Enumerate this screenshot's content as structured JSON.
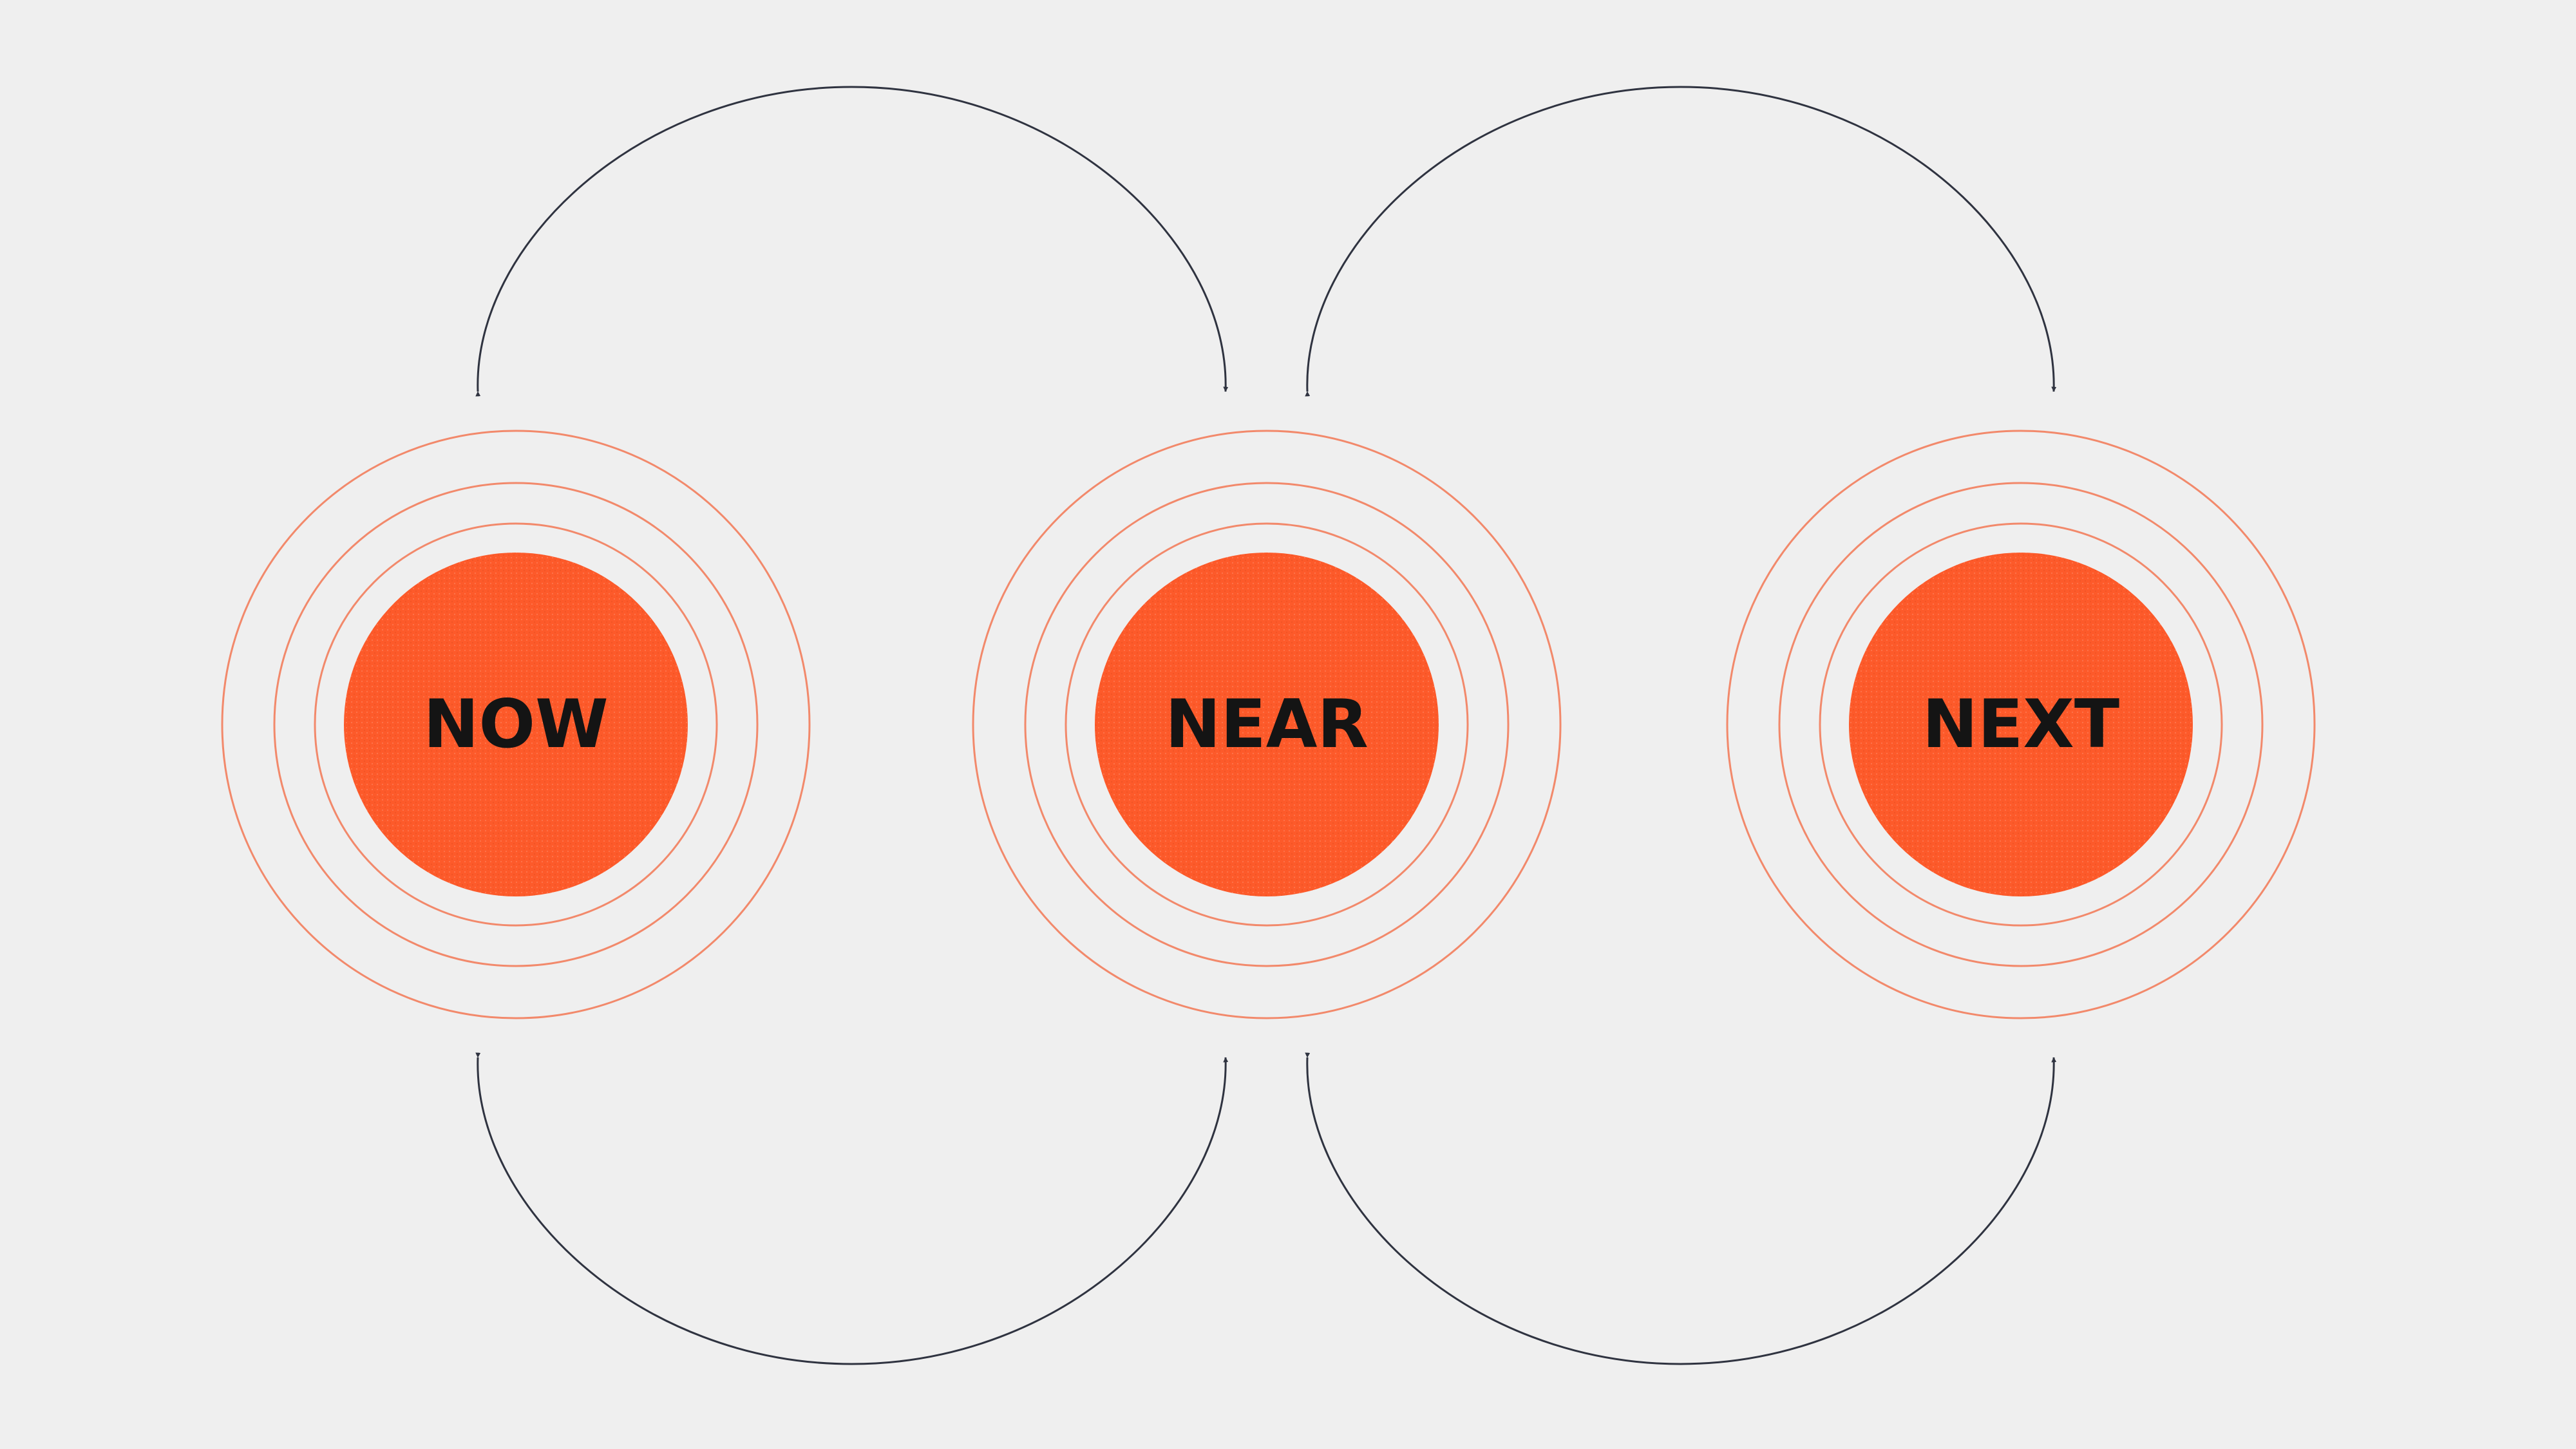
{
  "colors": {
    "background": "#efefef",
    "node_fill": "#fd5a2a",
    "ring_stroke": "#f2896b",
    "connector_stroke": "#2f3340",
    "label_color": "#141414"
  },
  "nodes": [
    {
      "id": "now",
      "label": "NOW"
    },
    {
      "id": "near",
      "label": "NEAR"
    },
    {
      "id": "next",
      "label": "NEXT"
    }
  ],
  "connectors": [
    {
      "from": "now",
      "to": "near",
      "side": "top",
      "direction": "bidirectional"
    },
    {
      "from": "near",
      "to": "next",
      "side": "top",
      "direction": "bidirectional"
    },
    {
      "from": "now",
      "to": "near",
      "side": "bottom",
      "direction": "bidirectional"
    },
    {
      "from": "near",
      "to": "next",
      "side": "bottom",
      "direction": "bidirectional"
    }
  ]
}
